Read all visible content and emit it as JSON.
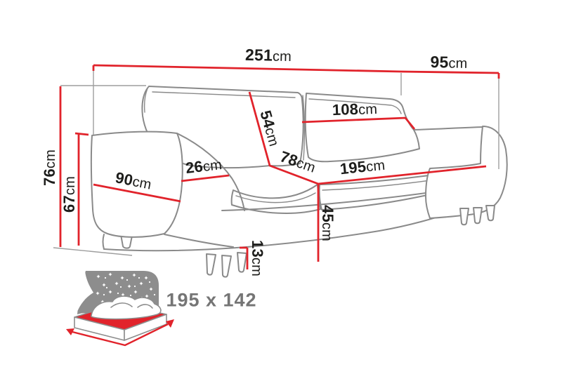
{
  "diagram": {
    "description": "Sofa dimension line drawing with red measurement lines",
    "accent_color": "#e1232b",
    "outline_color": "#8a8a8a",
    "label_color": "#1d1d1b",
    "dimensions": {
      "total_width": {
        "value": "251",
        "unit": "cm"
      },
      "total_depth": {
        "value": "95",
        "unit": "cm"
      },
      "back_cushion_width": {
        "value": "108",
        "unit": "cm"
      },
      "backrest_height": {
        "value": "54",
        "unit": "cm"
      },
      "seat_depth": {
        "value": "78",
        "unit": "cm"
      },
      "seat_width": {
        "value": "195",
        "unit": "cm"
      },
      "total_height": {
        "value": "76",
        "unit": "cm"
      },
      "arm_height": {
        "value": "67",
        "unit": "cm"
      },
      "arm_length": {
        "value": "90",
        "unit": "cm"
      },
      "arm_width": {
        "value": "26",
        "unit": "cm"
      },
      "seat_height": {
        "value": "45",
        "unit": "cm"
      },
      "leg_height": {
        "value": "13",
        "unit": "cm"
      }
    },
    "sleeping_area": {
      "size_label": "195 x 142",
      "icon": "bed-with-starry-headboard-icon",
      "label_color": "#757575"
    }
  }
}
